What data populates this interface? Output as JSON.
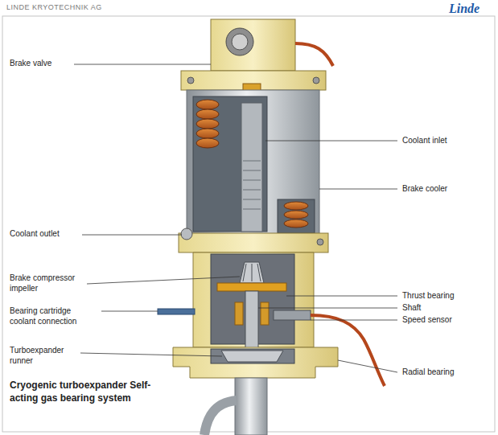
{
  "diagram": {
    "caption": "Cryogenic turboexpander Self-acting gas bearing system",
    "labels": [
      "LINDE KRYOTECHNIK AG",
      "Linde",
      "Brake valve",
      "Coolant inlet",
      "Brake cooler",
      "Coolant outlet",
      "Brake compressor impeller",
      "Thrust bearing",
      "Bearing cartridge coolant connection",
      "Shaft",
      "Speed sensor",
      "Turboexpander runner",
      "Radial bearing"
    ]
  }
}
